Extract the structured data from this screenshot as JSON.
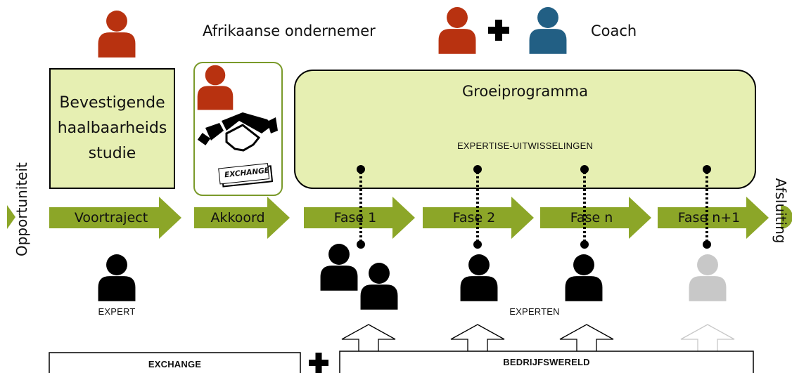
{
  "colors": {
    "entrepreneur": "#b83210",
    "coach": "#225f84",
    "expert": "#000000",
    "expert_faded": "#c8c8c8",
    "box_fill": "#e6efb2",
    "box_border": "#7a9a2a",
    "arrow_fill": "#8ca628"
  },
  "legend": {
    "entrepreneur_label": "Afrikaanse ondernemer",
    "coach_label": "Coach",
    "plus": "+"
  },
  "side": {
    "left": "Opportuniteit",
    "right": "Afsluiting"
  },
  "feasibility": {
    "line1": "Bevestigende",
    "line2": "haalbaarheids",
    "line3": "studie"
  },
  "exchange_card": {
    "logo_text": "EXCHANGE",
    "icons": [
      "person-icon",
      "handshake-icon"
    ]
  },
  "growth": {
    "title": "Groeiprogramma",
    "subtitle": "EXPERTISE-UITWISSELINGEN"
  },
  "arrows": [
    {
      "label": "Voortraject"
    },
    {
      "label": "Akkoord"
    },
    {
      "label": "Fase 1"
    },
    {
      "label": "Fase 2"
    },
    {
      "label": "Fase n"
    },
    {
      "label": "Fase n+1"
    }
  ],
  "experts": {
    "expert_label": "EXPERT",
    "experten_label": "EXPERTEN"
  },
  "bottom": {
    "exchange_label": "EXCHANGE",
    "plus": "+",
    "bedrijfswereld_label": "BEDRIJFSWERELD"
  }
}
